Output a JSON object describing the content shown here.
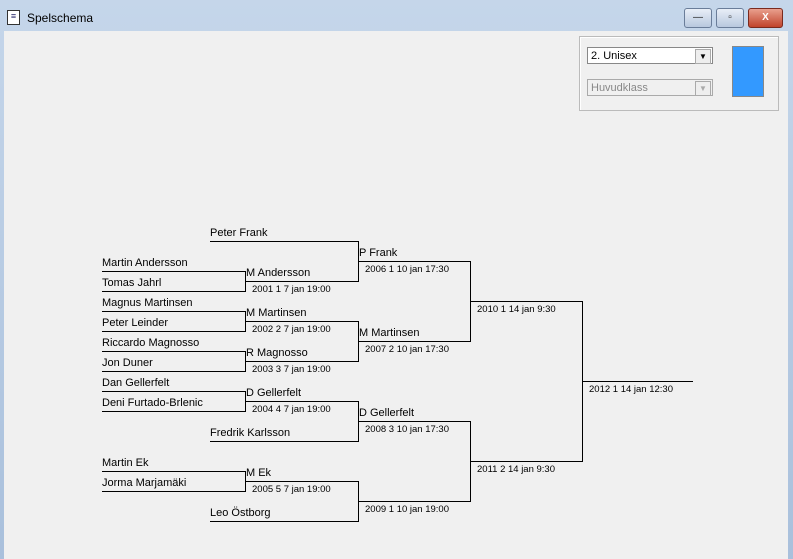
{
  "window": {
    "title": "Spelschema",
    "minimize": "—",
    "maximize": "▫",
    "close": "X"
  },
  "controls": {
    "class_select": "2.  Unisex",
    "subclass_select": "Huvudklass",
    "accent": "#3399ff"
  },
  "bracket": {
    "round1": [
      "Martin Andersson",
      "Tomas Jahrl",
      "Magnus Martinsen",
      "Peter Leinder",
      "Riccardo Magnosso",
      "Jon Duner",
      "Dan Gellerfelt",
      "Deni Furtado-Brlenic",
      "Martin Ek",
      "Jorma Marjamäki"
    ],
    "byes": [
      "Peter Frank",
      "Fredrik Karlsson",
      "Leo Östborg"
    ],
    "round2": [
      {
        "name": "M Andersson",
        "info": "2001  1 7 jan 19:00"
      },
      {
        "name": "M Martinsen",
        "info": "2002  2 7 jan 19:00"
      },
      {
        "name": "R Magnosso",
        "info": "2003  3 7 jan 19:00"
      },
      {
        "name": "D Gellerfelt",
        "info": "2004  4 7 jan 19:00"
      },
      {
        "name": "M Ek",
        "info": "2005  5 7 jan 19:00"
      }
    ],
    "round3": [
      {
        "name": "P Frank",
        "info": "2006  1 10 jan 17:30"
      },
      {
        "name": "M Martinsen",
        "info": "2007  2 10 jan 17:30"
      },
      {
        "name": "D Gellerfelt",
        "info": "2008  3 10 jan 17:30"
      },
      {
        "name": "",
        "info": "2009  1 10 jan 19:00"
      }
    ],
    "round4": [
      {
        "name": "",
        "info": "2010  1 14 jan 9:30"
      },
      {
        "name": "",
        "info": "2011  2 14 jan 9:30"
      }
    ],
    "final": {
      "name": "",
      "info": "2012  1 14 jan 12:30"
    }
  }
}
